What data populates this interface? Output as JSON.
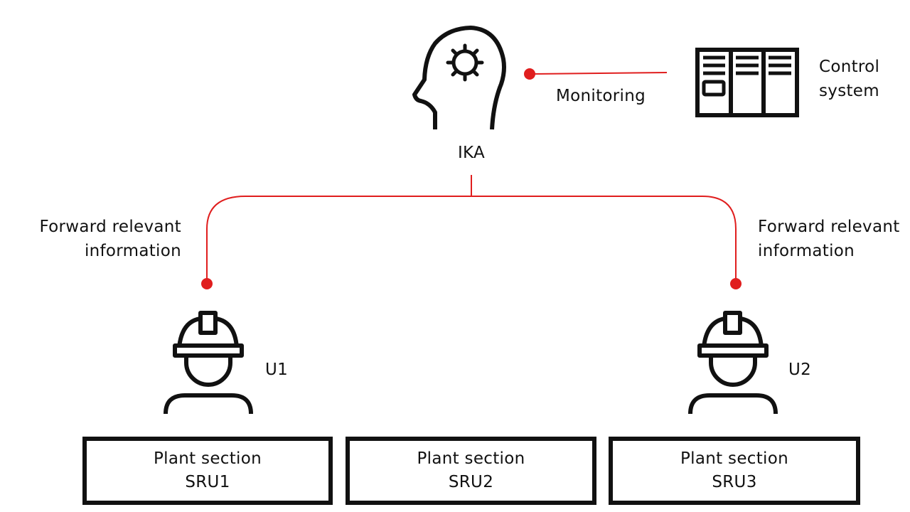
{
  "colors": {
    "accent": "#e01e1e",
    "ink": "#111111"
  },
  "icons": {
    "ika": "head-gear-icon",
    "control_system": "control-cabinet-icon",
    "user": "hard-hat-worker-icon"
  },
  "ika": {
    "label": "IKA"
  },
  "control_system": {
    "label_line1": "Control",
    "label_line2": "system"
  },
  "monitoring": {
    "label": "Monitoring"
  },
  "forward_left": {
    "line1": "Forward relevant",
    "line2": "information"
  },
  "forward_right": {
    "line1": "Forward relevant",
    "line2": "information"
  },
  "users": [
    {
      "label": "U1"
    },
    {
      "label": "U2"
    }
  ],
  "plant_sections": [
    {
      "line1": "Plant section",
      "line2": "SRU1"
    },
    {
      "line1": "Plant section",
      "line2": "SRU2"
    },
    {
      "line1": "Plant section",
      "line2": "SRU3"
    }
  ]
}
